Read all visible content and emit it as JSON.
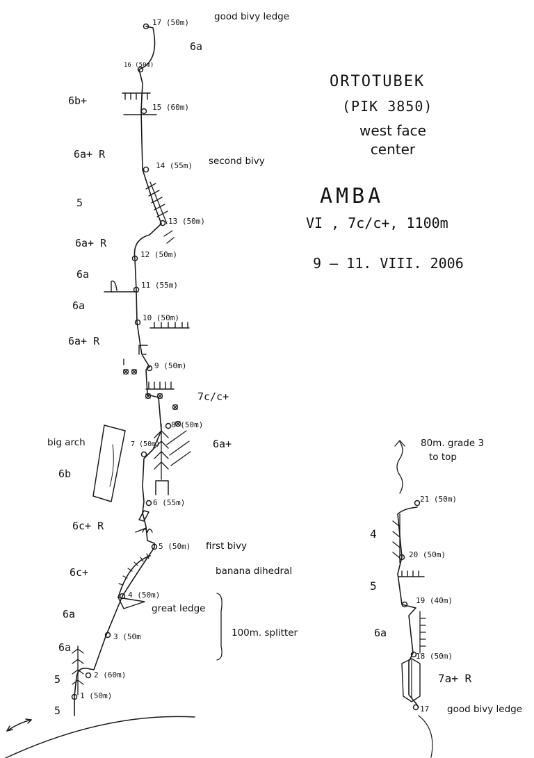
{
  "title": {
    "line1": "ORTOTUBEK",
    "line2": "(PIK 3850)",
    "line3": "west face",
    "line4": "center"
  },
  "route": {
    "name": "AMBA",
    "grade": "VI , 7c/c+, 1100m",
    "dates": "9 – 11. VIII. 2006"
  },
  "main_line": {
    "belays": [
      {
        "label": "17 (50m)",
        "note": "good bivy ledge"
      },
      {
        "label": "16 (50m)",
        "note": ""
      },
      {
        "label": "15 (60m)",
        "note": ""
      },
      {
        "label": "14 (55m)",
        "note": "second bivy"
      },
      {
        "label": "13 (50m)",
        "note": ""
      },
      {
        "label": "12 (50m)",
        "note": ""
      },
      {
        "label": "11 (55m)",
        "note": ""
      },
      {
        "label": "10 (50m)",
        "note": ""
      },
      {
        "label": "9 (50m)",
        "note": ""
      },
      {
        "label": "8 (50m)",
        "note": ""
      },
      {
        "label": "7 (50m)",
        "note": ""
      },
      {
        "label": "6 (55m)",
        "note": ""
      },
      {
        "label": "5 (50m)",
        "note": "first bivy"
      },
      {
        "label": "4 (50m)",
        "note": "great ledge"
      },
      {
        "label": "3 (50m",
        "note": ""
      },
      {
        "label": "2 (60m)",
        "note": ""
      },
      {
        "label": "1 (50m)",
        "note": ""
      }
    ],
    "grades": [
      "6a",
      "6b+",
      "6a+ R",
      "5",
      "6a+ R",
      "6a",
      "6a",
      "6a+ R",
      "7c/c+",
      "6a+",
      "6b",
      "6c+ R",
      "6c+",
      "6a",
      "6a",
      "5",
      "5"
    ],
    "features": {
      "big_arch": "big arch",
      "banana": "banana dihedral",
      "splitter": "100m. splitter"
    }
  },
  "right_line": {
    "top_note_1": "80m. grade 3",
    "top_note_2": "to top",
    "belays": [
      {
        "label": "21 (50m)",
        "note": ""
      },
      {
        "label": "20 (50m)",
        "note": ""
      },
      {
        "label": "19 (40m)",
        "note": ""
      },
      {
        "label": "18 (50m)",
        "note": ""
      },
      {
        "label": "17",
        "note": "good bivy ledge"
      }
    ],
    "grades": [
      "4",
      "5",
      "6a",
      "7a+ R"
    ]
  }
}
